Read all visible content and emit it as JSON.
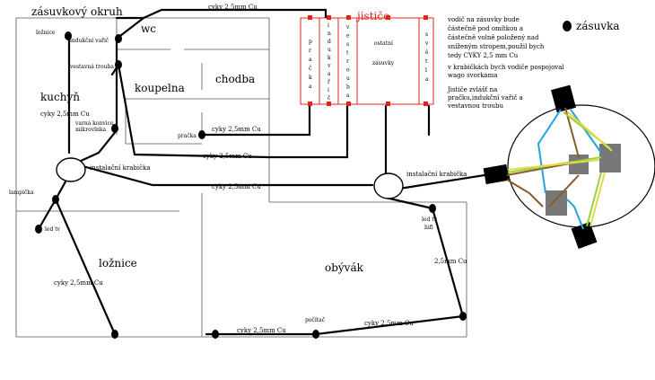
{
  "title": "zásuvkový okruh",
  "rooms": {
    "wc": "wc",
    "chodba": "chodba",
    "koupelna": "koupelna",
    "kuchyn": "kuchyň",
    "loznice": "ložnice",
    "obyvak": "obývák"
  },
  "labels": {
    "loznice_small": "ložnice",
    "indukcni_varic": "indukční vařič",
    "vestavna_trouba": "vestavná trouba",
    "varna_konvice_1": "varná konvice",
    "varna_konvice_2": "mikrovlnka",
    "pracka": "pračka",
    "lampicka": "lampička",
    "led_tv_left": "led tv",
    "led_tv_right_1": "led tv",
    "led_tv_right_2": "hifi",
    "pocitac": "počítač",
    "instalacni_krabicka_left": "instalační krabička",
    "instalacni_krabicka_right": "instalační krabička"
  },
  "cables": {
    "c_top": "cyky 2,5mm Cu",
    "c_kuchyn": "cyky 2,5mm Cu",
    "c_pracka": "cyky 2,5mm Cu",
    "c_mid1": "cyky 2,5mm Cu",
    "c_mid2": "cyky 2,5mm Cu",
    "c_loznice": "cyky 2,5mm Cu",
    "c_bottom1": "cyky 2,5mm Cu",
    "c_bottom2": "cyky 2,5mm Cu",
    "c_right": "2,5mm Cu"
  },
  "breaker_panel": {
    "title": "jističe",
    "col1": [
      "p",
      "r",
      "a",
      "č",
      "k",
      "a"
    ],
    "col2": [
      "i",
      "n",
      "d",
      "u",
      "k",
      "v",
      "a",
      "ř",
      "i",
      "č"
    ],
    "col3": [
      "v",
      "e",
      "s",
      "t",
      "r",
      "o",
      "u",
      "b",
      "a"
    ],
    "col4_1": "ostatní",
    "col4_2": "zásuvky",
    "col5": [
      "s",
      "v",
      "ě",
      "t",
      "l",
      "a"
    ]
  },
  "notes": {
    "n1": "vodič na zásuvky bude",
    "n2": "částečně pod omítkou a",
    "n3": "částečně volně položený nad",
    "n4": "sníženým stropem,použil bych",
    "n5": "tedy CYKY 2,5 mm Cu",
    "n6": "v krabičkách bych vodiče pospojoval",
    "n7": "wago svorkama",
    "n8": "Jističe zvlášť na",
    "n9": "pračku,indukční vařič a",
    "n10": "vestavnou troubu"
  },
  "legend": {
    "zasuvka": "zásuvka"
  },
  "colors": {
    "wire": "#000000",
    "walls": "#555555",
    "panel": "#e0241c",
    "wire_brown": "#8b5a2b",
    "wire_blue": "#1fa4e0",
    "wire_yellow_green": "#9ad13a"
  }
}
